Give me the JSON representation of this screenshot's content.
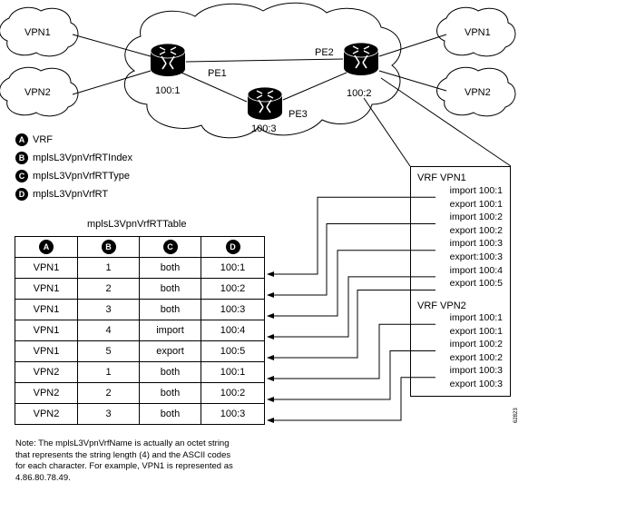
{
  "network": {
    "clouds": [
      "VPN1",
      "VPN2",
      "VPN1",
      "VPN2"
    ],
    "routers": {
      "pe1": {
        "name": "PE1",
        "id": "100:1"
      },
      "pe2": {
        "name": "PE2",
        "id": "100:2"
      },
      "pe3": {
        "name": "PE3",
        "id": "100:3"
      }
    }
  },
  "legend": [
    {
      "badge": "A",
      "text": "VRF"
    },
    {
      "badge": "B",
      "text": "mplsL3VpnVrfRTIndex"
    },
    {
      "badge": "C",
      "text": "mplsL3VpnVrfRTType"
    },
    {
      "badge": "D",
      "text": "mplsL3VpnVrfRT"
    }
  ],
  "table": {
    "title": "mplsL3VpnVrfRTTable",
    "headers": [
      "A",
      "B",
      "C",
      "D"
    ],
    "rows": [
      [
        "VPN1",
        "1",
        "both",
        "100:1"
      ],
      [
        "VPN1",
        "2",
        "both",
        "100:2"
      ],
      [
        "VPN1",
        "3",
        "both",
        "100:3"
      ],
      [
        "VPN1",
        "4",
        "import",
        "100:4"
      ],
      [
        "VPN1",
        "5",
        "export",
        "100:5"
      ],
      [
        "VPN2",
        "1",
        "both",
        "100:1"
      ],
      [
        "VPN2",
        "2",
        "both",
        "100:2"
      ],
      [
        "VPN2",
        "3",
        "both",
        "100:3"
      ]
    ]
  },
  "vrf_config": {
    "vpn1": {
      "title": "VRF VPN1",
      "entries": [
        "import 100:1",
        "export 100:1",
        "import 100:2",
        "export 100:2",
        "import 100:3",
        "export:100:3",
        "import 100:4",
        "export 100:5"
      ]
    },
    "vpn2": {
      "title": "VRF VPN2",
      "entries": [
        "import 100:1",
        "export 100:1",
        "import 100:2",
        "export 100:2",
        "import 100:3",
        "export 100:3"
      ]
    }
  },
  "note": "Note: The mplsL3VpnVrfName is actually an octet string that represents the string length (4) and the ASCII codes for each character. For example, VPN1 is represented as 4.86.80.78.49.",
  "figure_id": "62823"
}
